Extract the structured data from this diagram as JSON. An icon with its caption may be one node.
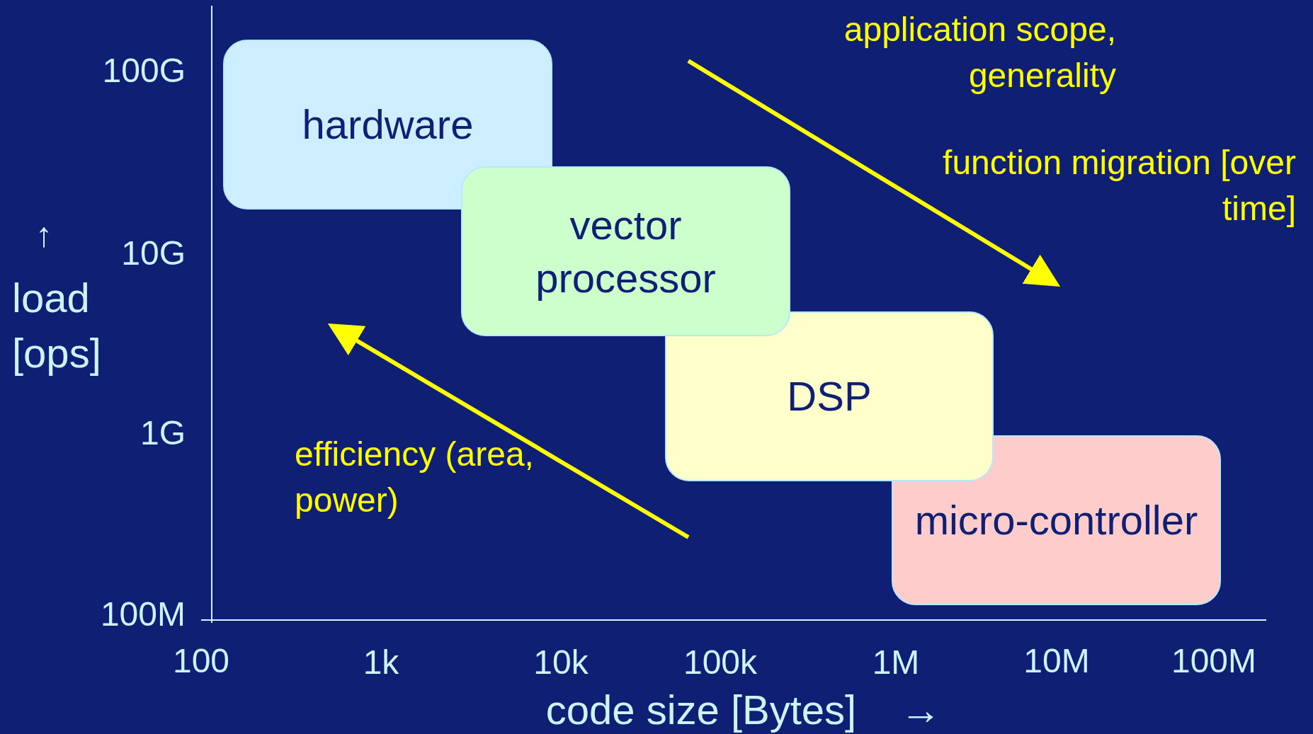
{
  "diagram": {
    "nodes": [
      {
        "text": [
          "hardware"
        ]
      },
      {
        "text": [
          "vector processor"
        ]
      },
      {
        "text": [
          "DSP"
        ]
      },
      {
        "text": [
          "micro-controller"
        ]
      }
    ],
    "edges": [],
    "labels": [
      "application scope, generality",
      "100G",
      "function migration [over time]",
      "↑",
      "10G",
      "load [ops]",
      "1G",
      "efficiency (area, power)",
      "100M",
      "100",
      "1k",
      "10k",
      "100k",
      "1M",
      "10M",
      "100M",
      "code size [Bytes]",
      "→"
    ]
  }
}
